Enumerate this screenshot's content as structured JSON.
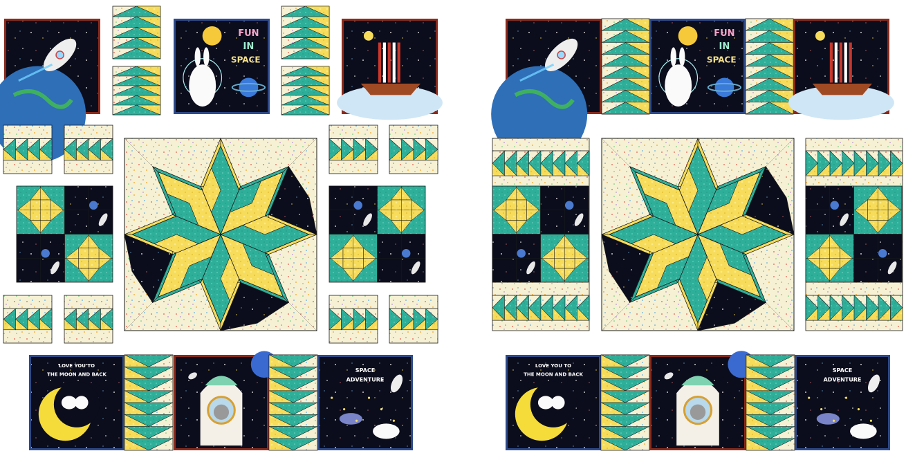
{
  "colors": {
    "cream": "#f6f1d4",
    "teal": "#2eaf9a",
    "yellow": "#f6dc5a",
    "space": "#0b0d1c",
    "red_frame": "#8a2a1c",
    "blue_frame": "#2d4a8a",
    "border": "#1a1a1a"
  },
  "panels": {
    "fun_in_space": {
      "line1": "FUN",
      "line2": "IN",
      "line3": "SPACE"
    },
    "moon": {
      "line1": "LOVE YOU TO",
      "line2": "THE MOON AND BACK"
    },
    "adventure": {
      "line1": "SPACE",
      "line2": "ADVENTURE"
    }
  },
  "icons": [
    "rocket-icon",
    "planet-icon",
    "bunny-icon",
    "ship-icon",
    "moon-icon",
    "cat-icon",
    "star-icon"
  ]
}
